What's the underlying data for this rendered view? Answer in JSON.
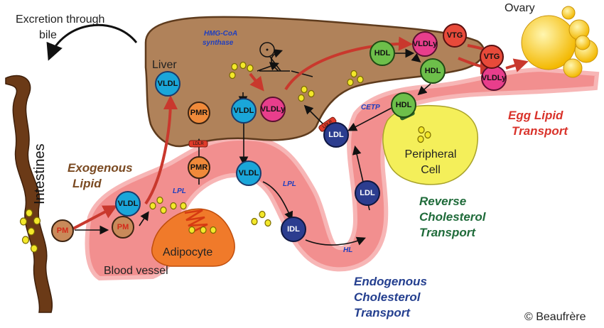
{
  "labels": {
    "excretion": [
      "Excretion through",
      "bile"
    ],
    "ovary": "Ovary",
    "liver": "Liver",
    "intestines": "Intestines",
    "blood_vessel": "Blood vessel",
    "adipocyte": "Adipocyte",
    "peripheral_cell": [
      "Peripheral",
      "Cell"
    ],
    "hmg": [
      "HMG-CoA",
      "synthase"
    ],
    "copyright": "© Beaufrère"
  },
  "section_titles": {
    "exogenous": [
      "Exogenous",
      "Lipid"
    ],
    "egg": [
      "Egg Lipid",
      "Transport"
    ],
    "reverse": [
      "Reverse",
      "Cholesterol",
      "Transport"
    ],
    "endogenous": [
      "Endogenous",
      "Cholesterol",
      "Transport"
    ]
  },
  "enzymes": {
    "lpl": "LPL",
    "hl": "HL",
    "cetp": "CETP"
  },
  "receptors": {
    "ldlr": "LDLR"
  },
  "particles": {
    "pm": "PM",
    "pmr": "PMR",
    "vldl": "VLDL",
    "vldly": "VLDLy",
    "vtg": "VTG",
    "hdl": "HDL",
    "ldl": "LDL",
    "idl": "IDL"
  },
  "colors": {
    "liver": "#b0825a",
    "vessel": "#f28f8f",
    "vtg": "#e84a3a",
    "vldly": "#e83e8c",
    "vldl": "#1aa6d9",
    "hdl": "#6dbf4a",
    "ldl": "#2c3d8f",
    "pm": "#c98a5a",
    "pmr": "#f08a3a",
    "adipocyte": "#f07a2a",
    "peripheral": "#f4ef5a",
    "ovary": "#f7c21a"
  }
}
